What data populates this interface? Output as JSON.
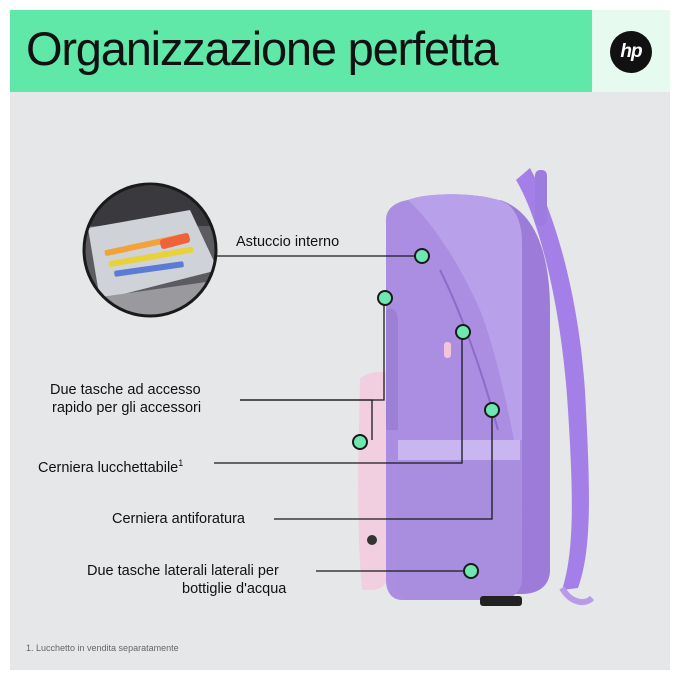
{
  "title": "Organizzazione perfetta",
  "brand": {
    "logo_text": "hp",
    "color": "#111111"
  },
  "colors": {
    "banner": "#5fe8a8",
    "background": "#e6e7e8",
    "marker": "#6ee8b0",
    "bag_lilac": "#a98be0",
    "bag_pink": "#f2cfe0"
  },
  "callouts": {
    "astuccio": "Astuccio interno",
    "tasche_line1": "Due tasche ad accesso",
    "tasche_line2": "rapido per gli accessori",
    "cerniera_lucchettabile": "Cerniera lucchettabile",
    "cerniera_sup": "1",
    "cerniera_antiforatura": "Cerniera antiforatura",
    "laterali_line1": "Due tasche laterali laterali per",
    "laterali_line2": "bottiglie d'acqua"
  },
  "footnote": "1. Lucchetto in vendita separatamente"
}
